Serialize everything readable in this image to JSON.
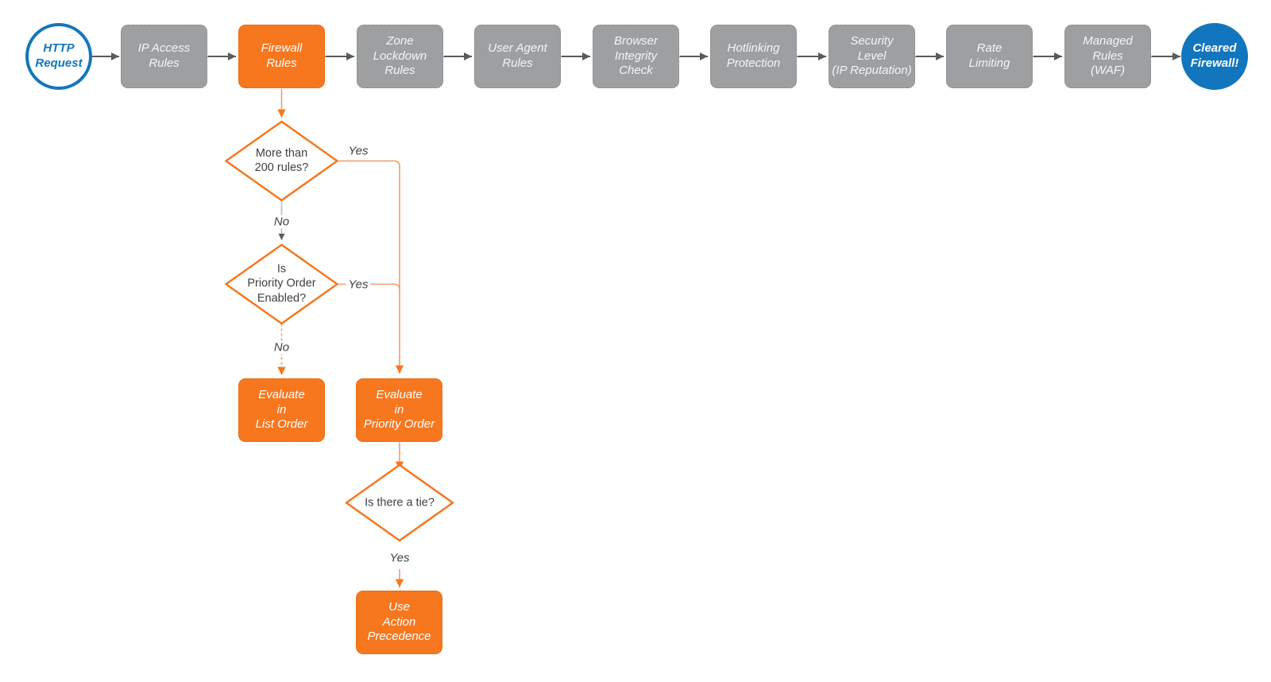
{
  "diagram": {
    "pipeline": [
      {
        "id": "http-request",
        "type": "start",
        "label": "HTTP\nRequest"
      },
      {
        "id": "ip-access-rules",
        "type": "process",
        "label": "IP Access\nRules"
      },
      {
        "id": "firewall-rules",
        "type": "highlighted",
        "label": "Firewall\nRules"
      },
      {
        "id": "zone-lockdown-rules",
        "type": "process",
        "label": "Zone\nLockdown\nRules"
      },
      {
        "id": "user-agent-rules",
        "type": "process",
        "label": "User Agent\nRules"
      },
      {
        "id": "browser-integrity-check",
        "type": "process",
        "label": "Browser\nIntegrity\nCheck"
      },
      {
        "id": "hotlinking-protection",
        "type": "process",
        "label": "Hotlinking\nProtection"
      },
      {
        "id": "security-level",
        "type": "process",
        "label": "Security\nLevel\n(IP Reputation)"
      },
      {
        "id": "rate-limiting",
        "type": "process",
        "label": "Rate\nLimiting"
      },
      {
        "id": "managed-rules-waf",
        "type": "process",
        "label": "Managed\nRules\n(WAF)"
      },
      {
        "id": "cleared-firewall",
        "type": "end",
        "label": "Cleared\nFirewall!"
      }
    ],
    "decisions": {
      "more_than_200": {
        "label": "More than\n200 rules?"
      },
      "priority_order_enabled": {
        "label": "Is\nPriority Order\nEnabled?"
      },
      "tie": {
        "label": "Is there a tie?"
      }
    },
    "actions": {
      "evaluate_list_order": {
        "label": "Evaluate\nin\nList Order"
      },
      "evaluate_priority_order": {
        "label": "Evaluate\nin\nPriority Order"
      },
      "use_action_precedence": {
        "label": "Use\nAction\nPrecedence"
      }
    },
    "edge_labels": {
      "d1_yes": "Yes",
      "d1_no": "No",
      "d2_yes": "Yes",
      "d2_no": "No",
      "d3_yes": "Yes"
    },
    "colors": {
      "highlight_orange": "#f6771e",
      "connector_orange": "#f19a6a",
      "process_gray": "#9d9fa1",
      "connector_dark": "#5a5a5a",
      "connector_light_gray": "#b9bbbd",
      "brand_blue": "#1176bd",
      "text_dark": "#3d3f42"
    }
  }
}
